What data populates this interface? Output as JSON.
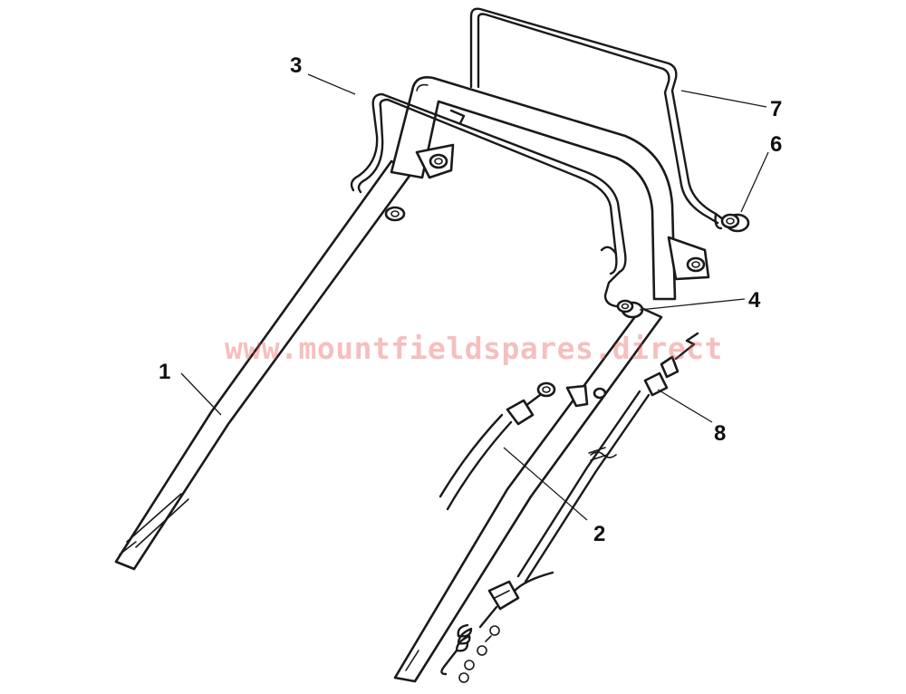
{
  "watermark": "www.mountfieldspares.direct",
  "callouts": {
    "part_1": "1",
    "part_2": "2",
    "part_3": "3",
    "part_4": "4",
    "part_6": "6",
    "part_7": "7",
    "part_8": "8"
  }
}
